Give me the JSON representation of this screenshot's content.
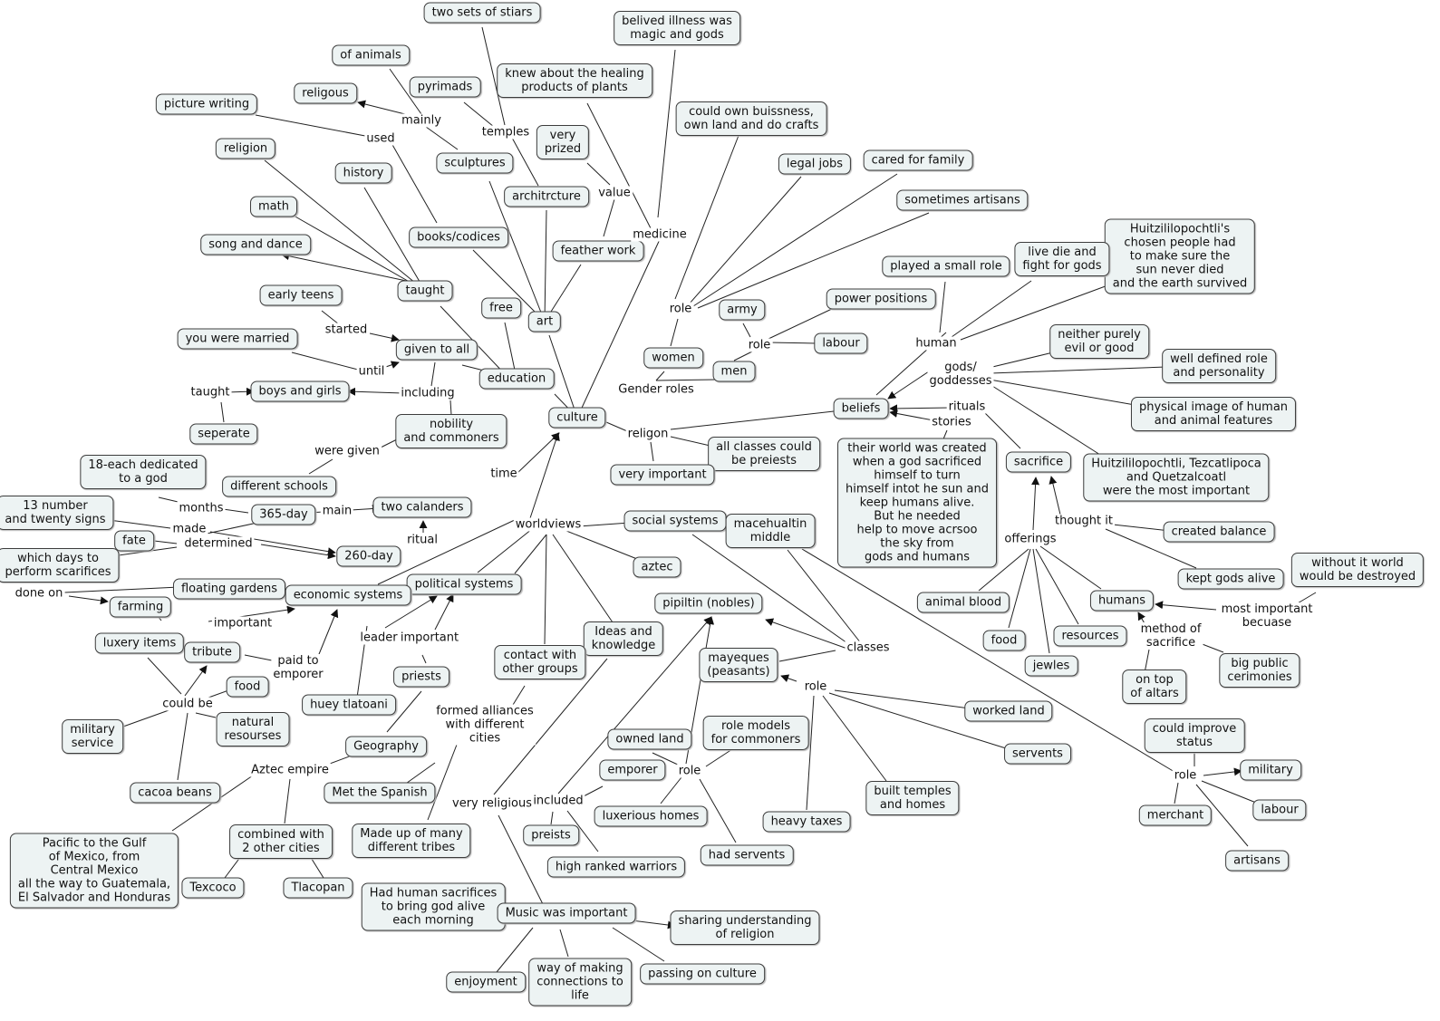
{
  "nodes": {
    "culture": "culture",
    "education": "education",
    "art": "art",
    "two_sets_stairs": "two sets of stiars",
    "illness": "belived illness was\nmagic and gods",
    "of_animals": "of animals",
    "pyramids": "pyrimads",
    "healing": "knew about the healing\nproducts of plants",
    "religous": "religous",
    "picture_writing": "picture writing",
    "very_prized": "very\nprized",
    "own_business": "could own buissness,\nown land and do crafts",
    "religion_t": "religion",
    "sculptures": "sculptures",
    "legal_jobs": "legal jobs",
    "cared_family": "cared for family",
    "history": "history",
    "architecture": "architrcture",
    "sometimes_artisans": "sometimes artisans",
    "math": "math",
    "books": "books/codices",
    "song_dance": "song and dance",
    "feather_work": "feather work",
    "huitz_chosen": "Huitzililopochtli's\nchosen people had\nto make sure the\nsun never died\nand the earth survived",
    "live_die": "live die and\nfight for gods",
    "played_small": "played a small role",
    "taught_n": "taught",
    "early_teens": "early teens",
    "power_positions": "power positions",
    "free": "free",
    "army": "army",
    "you_married": "you were married",
    "given_to_all": "given to all",
    "women": "women",
    "labour": "labour",
    "neither": "neither purely\nevil or good",
    "men": "men",
    "well_defined": "well defined role\nand personality",
    "boys_girls": "boys and girls",
    "beliefs": "beliefs",
    "physical_image": "physical image of human\nand animal features",
    "nobility": "nobility\nand commoners",
    "seperate": "seperate",
    "all_classes": "all classes could\nbe preiests",
    "world_created": "their world was created\nwhen a god sacrificed\nhimself to turn\nhimself intot he sun and\nkeep humans alive.\nBut he needed\nhelp to move acrsoo\nthe sky from\ngods and humans",
    "sacrifice": "sacrifice",
    "huitz_tez": "Huitzililopochtli, Tezcatlipoca\nand Quetzalcoatl\nwere the most important",
    "eighteen": "18-each dedicated\nto a god",
    "very_important": "very important",
    "different_schools": "different schools",
    "thirteen": "13 number\nand twenty signs",
    "day365": "365-day",
    "two_calendars": "two calanders",
    "social_systems": "social systems",
    "macehualtin": "macehualtin\nmiddle",
    "created_balance": "created balance",
    "fate": "fate",
    "day260": "260-day",
    "which_days": "which days to\nperform scarifices",
    "aztec": "aztec",
    "kept_gods": "kept gods alive",
    "without_it": "without it world\nwould be destroyed",
    "floating_gardens": "floating gardens",
    "political_systems": "political systems",
    "economic_systems": "economic systems",
    "pipiltin": "pipiltin (nobles)",
    "animal_blood": "animal blood",
    "humans": "humans",
    "farming": "farming",
    "ideas": "Ideas and\nknowledge",
    "food_offer": "food",
    "resources": "resources",
    "luxury": "luxery items",
    "tribute": "tribute",
    "contact": "contact with\nother groups",
    "mayeques": "mayeques\n(peasants)",
    "jewles": "jewles",
    "big_public": "big public\ncerimonies",
    "food_tribute": "food",
    "priests": "priests",
    "on_top": "on top\nof altars",
    "huey": "huey tlatoani",
    "worked_land": "worked land",
    "military_service": "military\nservice",
    "natural": "natural\nresourses",
    "could_improve": "could improve\nstatus",
    "role_models": "role models\nfor commoners",
    "geography": "Geography",
    "owned_land": "owned land",
    "servents": "servents",
    "military": "military",
    "emporer": "emporer",
    "cacoa": "cacoa beans",
    "met_spanish": "Met the Spanish",
    "built_temples": "built temples\nand homes",
    "luxurious_homes": "luxerious homes",
    "labour2": "labour",
    "merchant": "merchant",
    "heavy_taxes": "heavy taxes",
    "pacific": "Pacific to the Gulf\nof Mexico, from\nCentral Mexico\nall the way to Guatemala,\nEl Salvador and Honduras",
    "combined": "combined with\n2 other cities",
    "preists2": "preists",
    "made_up": "Made up of many\ndifferent tribes",
    "had_servents": "had servents",
    "artisans": "artisans",
    "high_ranked": "high ranked warriors",
    "texcoco": "Texcoco",
    "tlacopan": "Tlacopan",
    "had_human": "Had human sacrifices\nto bring god alive\neach morning",
    "music": "Music was important",
    "sharing": "sharing understanding\nof religion",
    "passing": "passing on culture",
    "enjoyment": "enjoyment",
    "way_making": "way of making\nconnections to\nlife"
  },
  "labels": {
    "temples": "temples",
    "mainly": "mainly",
    "used": "used",
    "value": "value",
    "medicine": "medicine",
    "role_w": "role",
    "human": "human",
    "role_men": "role",
    "started": "started",
    "gods_goddesses": "gods/\ngoddesses",
    "until": "until",
    "rituals": "rituals",
    "taught_l": "taught",
    "including": "including",
    "gender_roles": "Gender roles",
    "stories": "stories",
    "religon": "religon",
    "were_given": "were given",
    "time": "time",
    "months": "months",
    "main": "main",
    "thought_it": "thought it",
    "made": "made",
    "worldviews": "worldviews",
    "determined": "determined",
    "ritual": "ritual",
    "offerings": "offerings",
    "done_on": "done on",
    "important_econ": "important",
    "most_important": "most important\nbecuase",
    "leader": "leader",
    "important_pol": "important",
    "classes": "classes",
    "method": "method of\nsacrifice",
    "paid_to": "paid to\nemporer",
    "could_be": "could be",
    "role_may": "role",
    "formed_alliances": "formed alliances\nwith different\ncities",
    "aztec_empire": "Aztec empire",
    "role_pip": "role",
    "role_mer": "role",
    "very_religious": "very religious",
    "included": "included"
  },
  "colors": {
    "node_fill": "#edf3f3",
    "node_border": "#3c3c3c",
    "edge": "#222222"
  }
}
